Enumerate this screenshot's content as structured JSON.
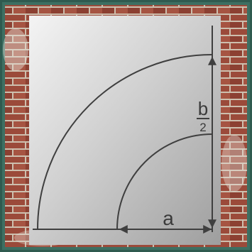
{
  "diagram": {
    "labels": {
      "a": "a",
      "b_numerator": "b",
      "b_denominator": "2"
    },
    "colors": {
      "border_outer": "#2f5a4f",
      "border_inner": "#3d6f62",
      "brick": "#9b4a3a",
      "mortar": "#cdbfae",
      "panel_light": "#ededed",
      "panel_dark": "#a9a9a9",
      "line": "#3f3f3f"
    }
  }
}
